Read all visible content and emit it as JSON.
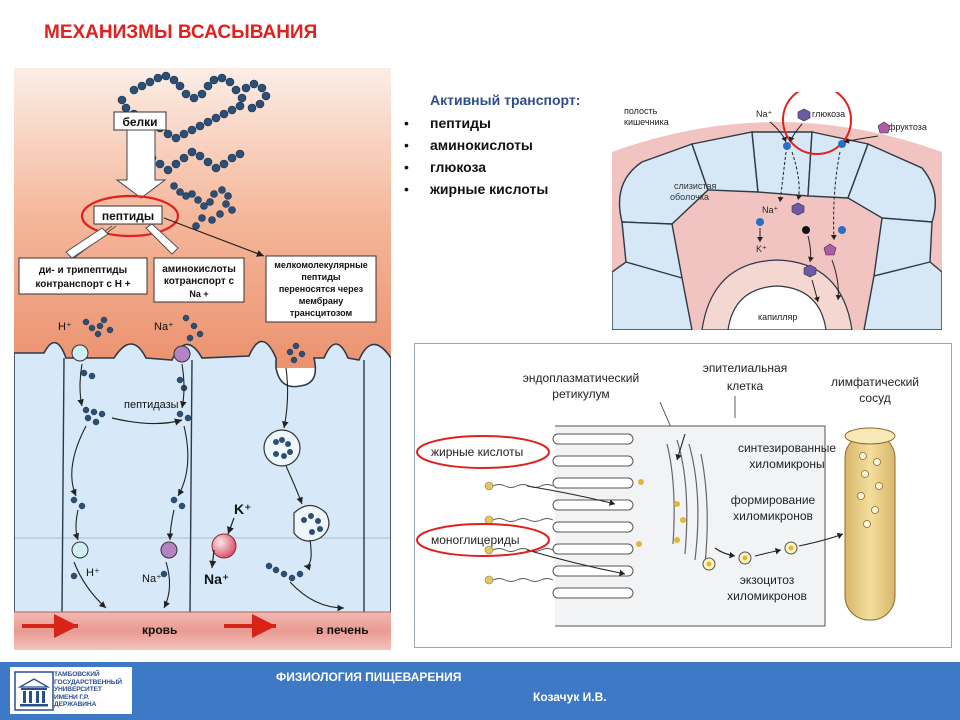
{
  "title": "МЕХАНИЗМЫ ВСАСЫВАНИЯ",
  "left_diagram": {
    "proteins": "белки",
    "peptides": "пептиды",
    "di_tri_line1": "ди- и трипептиды",
    "di_tri_line2": "контранспорт с Н +",
    "amino_line1": "аминокислоты",
    "amino_line2": "котранспорт с",
    "amino_line3": "Na +",
    "small_line1": "мелкомолекулярные",
    "small_line2": "пептиды",
    "small_line3": "переносятся через",
    "small_line4": "мембрану",
    "small_line5": "трансцитозом",
    "h_top": "H⁺",
    "na_top": "Na⁺",
    "peptidases": "пептидазы",
    "k_label": "K⁺",
    "na_big": "Na⁺",
    "h_bottom": "H⁺",
    "na_bottom": "Na⁺",
    "blood": "кровь",
    "liver": "в печень"
  },
  "active_transport": {
    "header": "Активный транспорт:",
    "items": [
      "пептиды",
      "аминокислоты",
      "глюкоза",
      "жирные кислоты"
    ]
  },
  "top_right_diagram": {
    "cavity_line1": "полость",
    "cavity_line2": "кишечника",
    "na_top": "Na⁺",
    "glucose": "глюкоза",
    "fructose": "фруктоза",
    "mucosa_line1": "слизистая",
    "mucosa_line2": "оболочка",
    "na_mid": "Na⁺",
    "k": "K⁺",
    "capillary": "капилляр"
  },
  "bottom_right_diagram": {
    "er_line1": "эндоплазматический",
    "er_line2": "ретикулум",
    "epi_line1": "эпителиальная",
    "epi_line2": "клетка",
    "lymph_line1": "лимфатический",
    "lymph_line2": "сосуд",
    "fatty_acids": "жирные кислоты",
    "synth_line1": "синтезированные",
    "synth_line2": "хиломикроны",
    "form_line1": "формирование",
    "form_line2": "хиломикронов",
    "monoglycerides": "моноглицериды",
    "exo_line1": "экзоцитоз",
    "exo_line2": "хиломикронов"
  },
  "footer": {
    "subject": "ФИЗИОЛОГИЯ ПИЩЕВАРЕНИЯ",
    "author": "Козачук И.В.",
    "logo_line1": "ТАМБОВСКИЙ",
    "logo_line2": "ГОСУДАРСТВЕННЫЙ",
    "logo_line3": "УНИВЕРСИТЕТ",
    "logo_line4": "ИМЕНИ Г.Р. ДЕРЖАВИНА"
  },
  "colors": {
    "title": "#e0211e",
    "footer": "#3d79c4",
    "highlight_circle": "#e0211e",
    "bead": "#2c4f78"
  }
}
